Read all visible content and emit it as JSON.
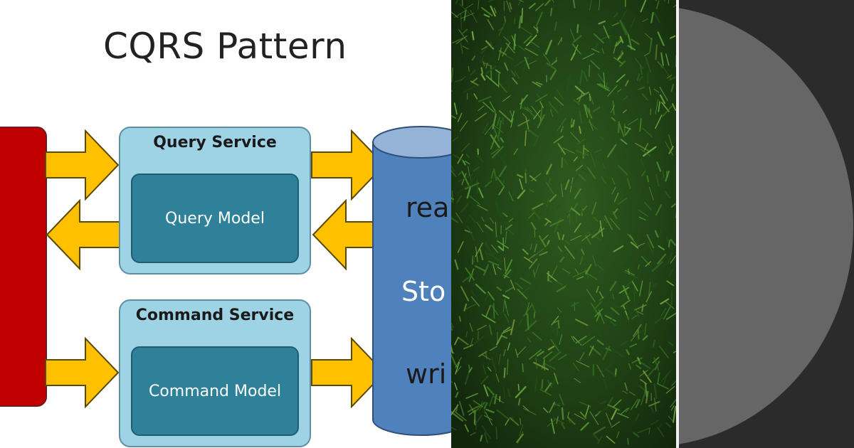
{
  "diagram": {
    "title": "CQRS Pattern",
    "query_service": {
      "title": "Query Service",
      "model": "Query Model"
    },
    "command_service": {
      "title": "Command Service",
      "model": "Command Model"
    },
    "store": {
      "top_text": "rea",
      "middle_text": "Sto",
      "bottom_text": "wri"
    },
    "colors": {
      "client": "#c00000",
      "service": "#9ed3e6",
      "model": "#2e8199",
      "arrow": "#ffc000",
      "store": "#4f81bd"
    }
  },
  "photo": {
    "subject": "grass-photo"
  },
  "graphic": {
    "shape": "gray-circle"
  }
}
